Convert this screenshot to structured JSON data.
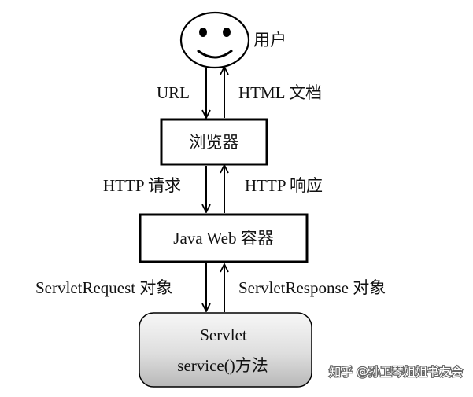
{
  "nodes": {
    "user": {
      "label": "用户"
    },
    "browser": {
      "label": "浏览器"
    },
    "container": {
      "label": "Java Web 容器"
    },
    "servlet": {
      "title": "Servlet",
      "method": "service()方法"
    }
  },
  "edges": {
    "user_to_browser": {
      "label": "URL"
    },
    "browser_to_user": {
      "label": "HTML 文档"
    },
    "browser_to_container": {
      "label": "HTTP 请求"
    },
    "container_to_browser": {
      "label": "HTTP 响应"
    },
    "container_to_servlet": {
      "label": "ServletRequest 对象"
    },
    "servlet_to_container": {
      "label": "ServletResponse 对象"
    }
  },
  "watermark": {
    "text": "知乎 @孙卫琴姐姐书友会"
  }
}
